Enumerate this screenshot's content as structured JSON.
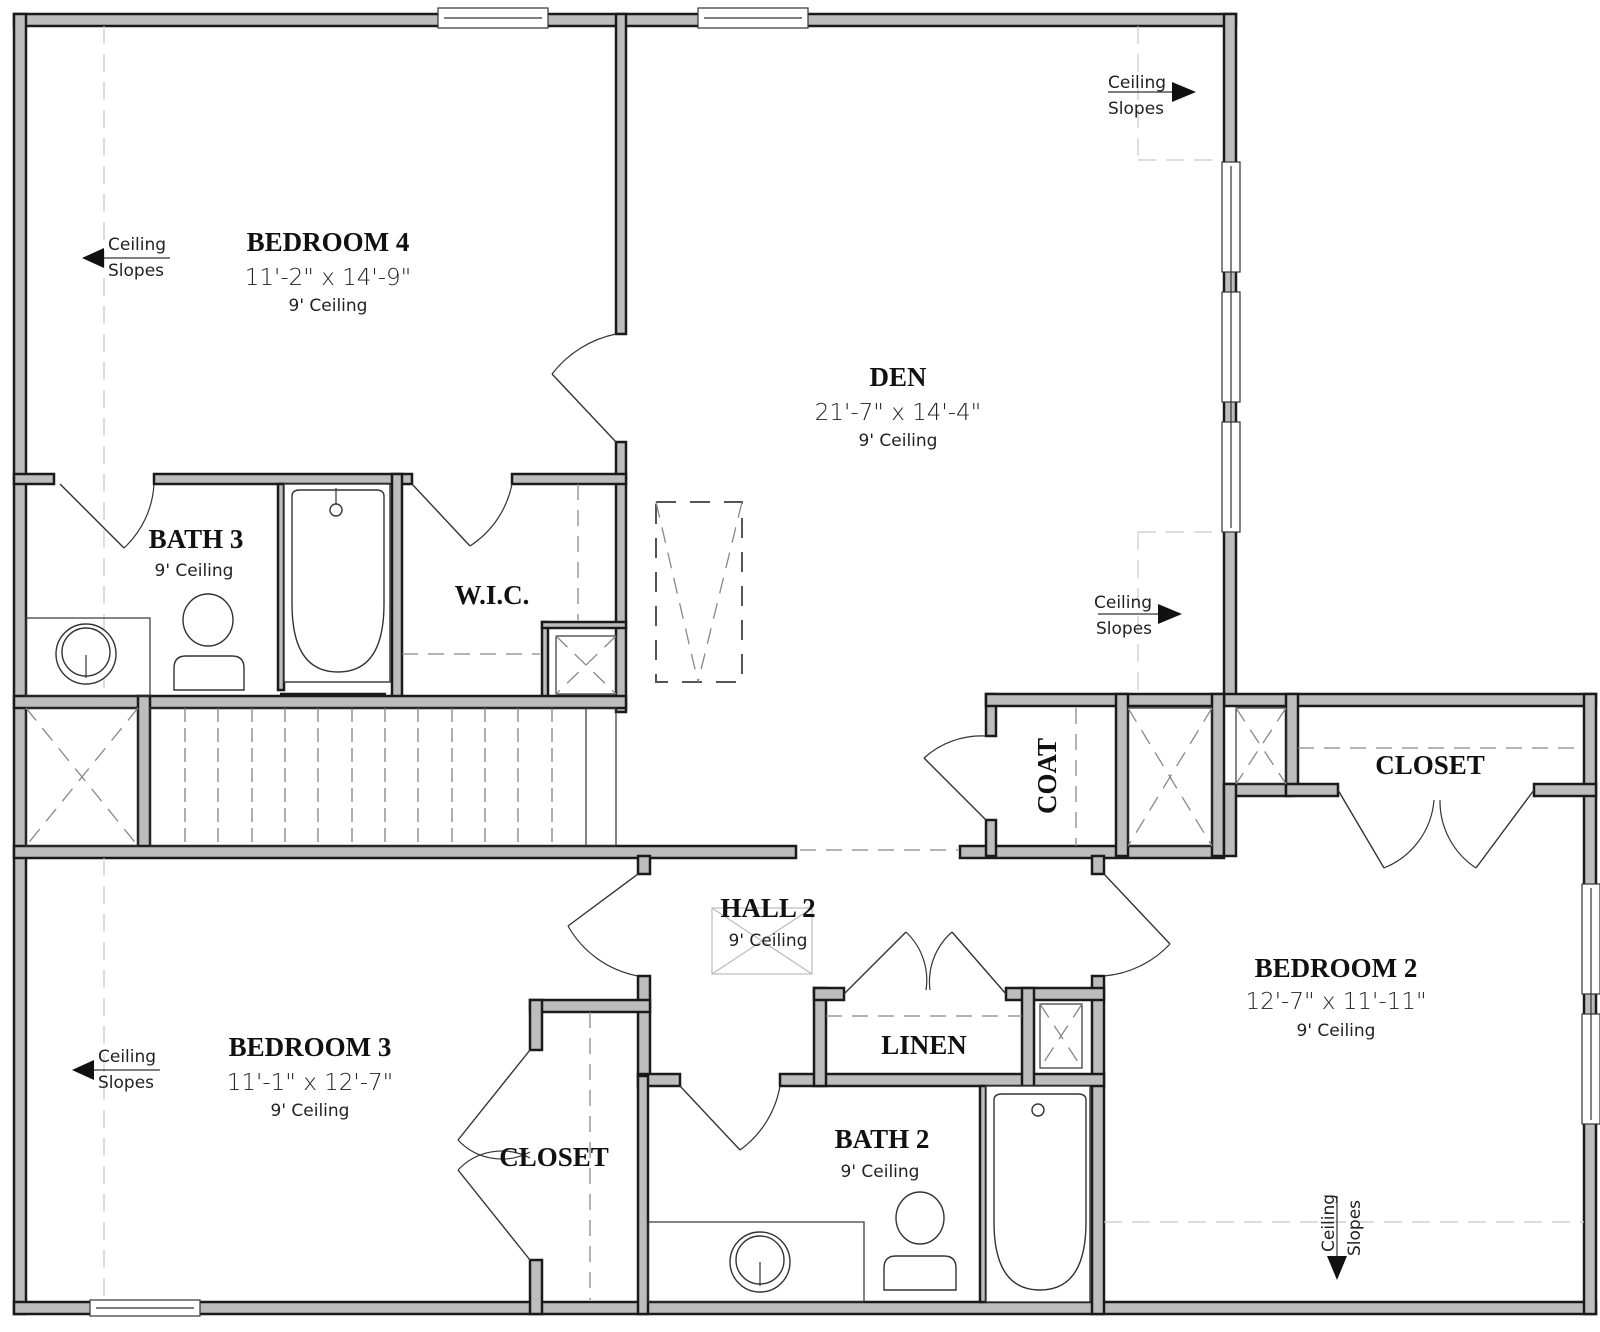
{
  "plan": {
    "rooms": {
      "bedroom4": {
        "name": "BEDROOM 4",
        "dims": "11'-2\" x 14'-9\"",
        "ceiling": "9' Ceiling"
      },
      "den": {
        "name": "DEN",
        "dims": "21'-7\" x 14'-4\"",
        "ceiling": "9' Ceiling"
      },
      "bath3": {
        "name": "BATH 3",
        "ceiling": "9' Ceiling"
      },
      "wic": {
        "name": "W.I.C."
      },
      "coat": {
        "name": "COAT"
      },
      "closet_bed2": {
        "name": "CLOSET"
      },
      "hall2": {
        "name": "HALL 2",
        "ceiling": "9' Ceiling"
      },
      "bedroom2": {
        "name": "BEDROOM 2",
        "dims": "12'-7\" x 11'-11\"",
        "ceiling": "9' Ceiling"
      },
      "bedroom3": {
        "name": "BEDROOM 3",
        "dims": "11'-1\" x 12'-7\"",
        "ceiling": "9' Ceiling"
      },
      "linen": {
        "name": "LINEN"
      },
      "closet_bed3": {
        "name": "CLOSET"
      },
      "bath2": {
        "name": "BATH 2",
        "ceiling": "9' Ceiling"
      }
    },
    "slope_notes": [
      {
        "line1": "Ceiling",
        "line2": "Slopes",
        "direction": "left",
        "room": "BEDROOM 4"
      },
      {
        "line1": "Ceiling",
        "line2": "Slopes",
        "direction": "right",
        "room": "DEN (upper)"
      },
      {
        "line1": "Ceiling",
        "line2": "Slopes",
        "direction": "right",
        "room": "DEN (lower)"
      },
      {
        "line1": "Ceiling",
        "line2": "Slopes",
        "direction": "left",
        "room": "BEDROOM 3"
      },
      {
        "line1": "Ceiling",
        "line2": "Slopes",
        "direction": "down",
        "room": "BEDROOM 2"
      }
    ],
    "colors": {
      "wall_fill": "#bdbdbd",
      "wall_outline": "#1a1a1a",
      "background": "#ffffff"
    }
  }
}
